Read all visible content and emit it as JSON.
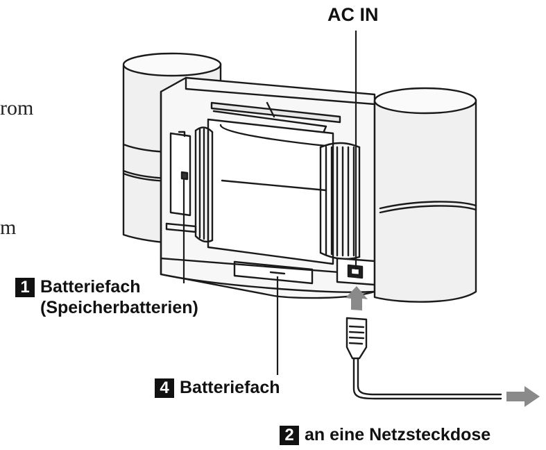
{
  "fragments": {
    "top": "rom",
    "bottom": "m"
  },
  "labels": {
    "ac_in": "AC IN",
    "battery_memory": {
      "number": "1",
      "line1": "Batteriefach",
      "line2": "(Speicherbatterien)"
    },
    "battery_main": {
      "number": "4",
      "text": "Batteriefach"
    },
    "outlet": {
      "number": "2",
      "text": "an eine Netzsteckdose"
    }
  },
  "colors": {
    "ink": "#111111",
    "body_shade": "#ededed",
    "line": "#1a1a1a",
    "arrow": "#8a8a8a",
    "badge": "#111111"
  }
}
